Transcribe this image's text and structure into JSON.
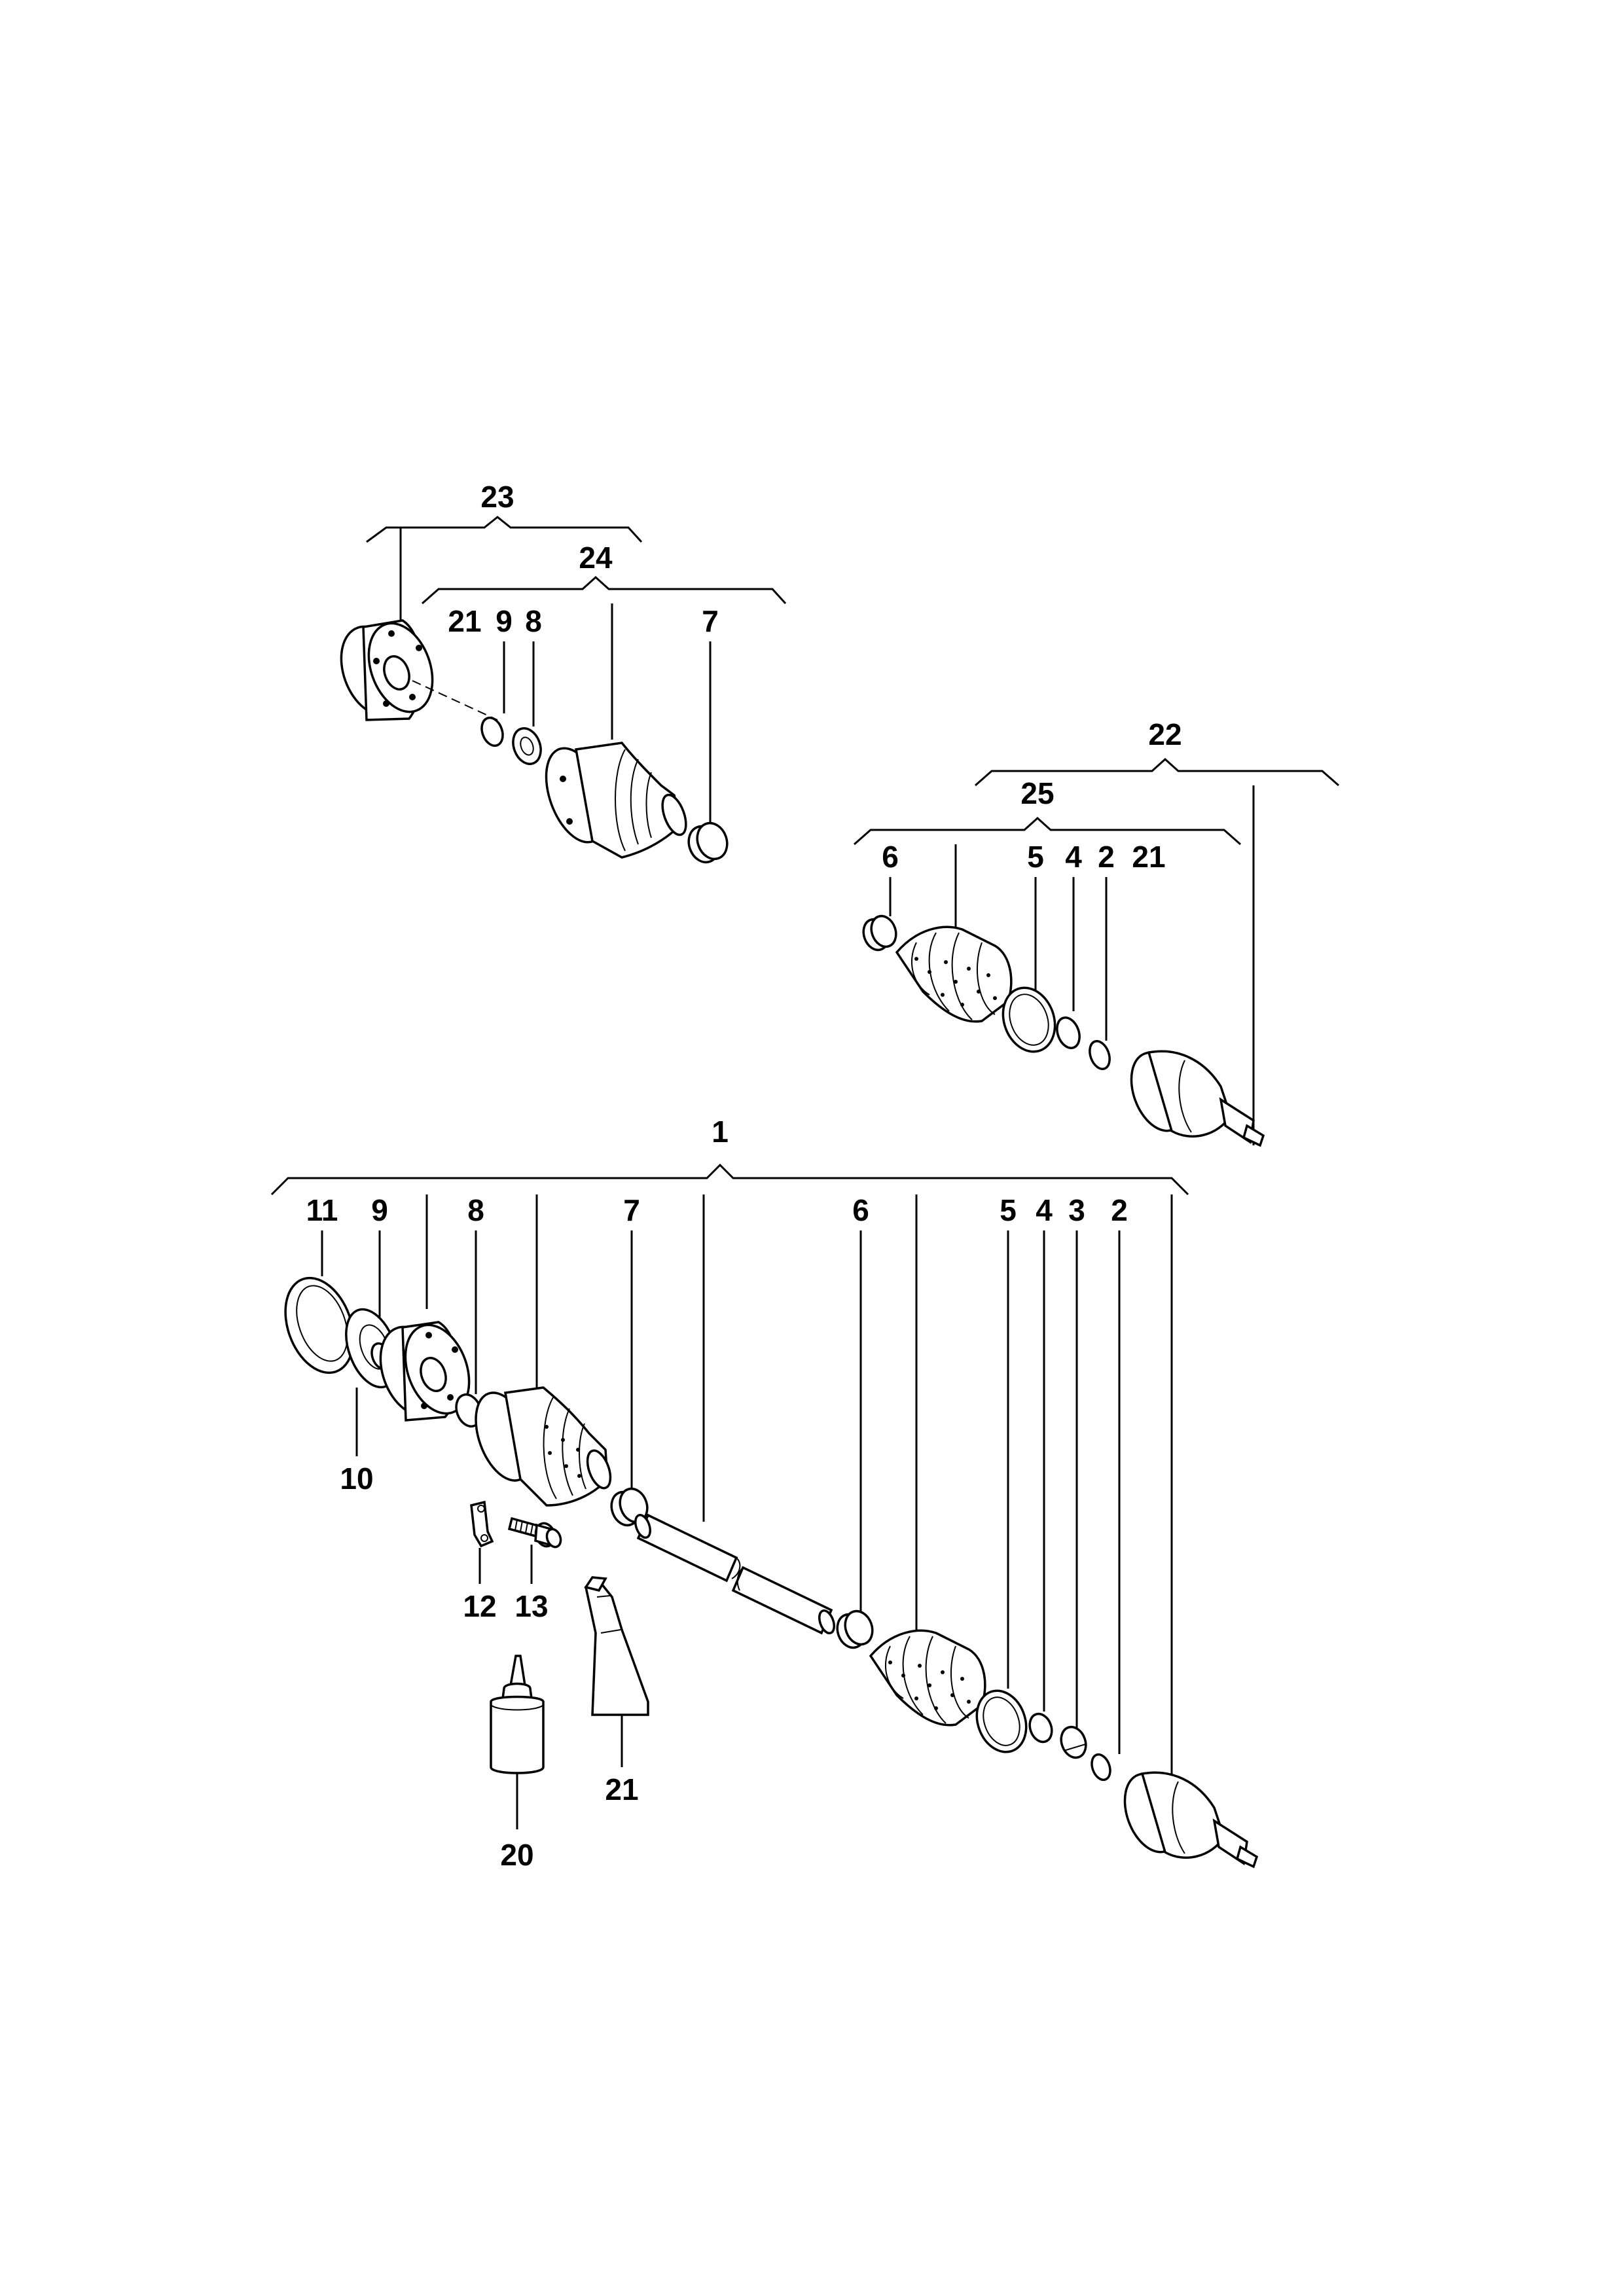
{
  "labels": {
    "l23": "23",
    "l24": "24",
    "l21a": "21",
    "l9a": "9",
    "l8a": "8",
    "l7a": "7",
    "l22": "22",
    "l25": "25",
    "l6a": "6",
    "l5a": "5",
    "l4a": "4",
    "l2a": "2",
    "l21b": "21",
    "l1": "1",
    "l11": "11",
    "l9b": "9",
    "l8b": "8",
    "l7b": "7",
    "l6b": "6",
    "l5b": "5",
    "l4b": "4",
    "l3": "3",
    "l2b": "2",
    "l10": "10",
    "l12": "12",
    "l13": "13",
    "l21c": "21",
    "l20": "20"
  }
}
